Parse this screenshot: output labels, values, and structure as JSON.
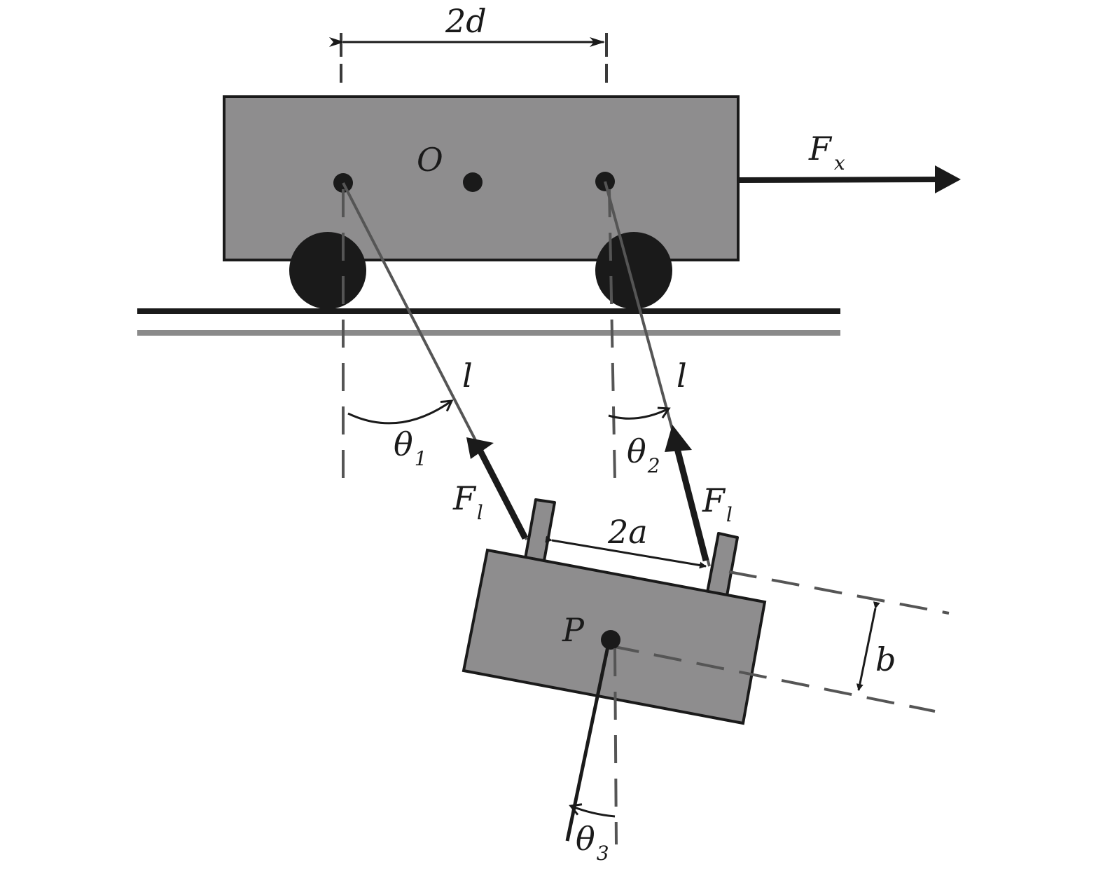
{
  "labels": {
    "track_width": "2d",
    "trolley_center": "O",
    "trolley_force": "F",
    "trolley_force_sub": "x",
    "cable_length_left": "l",
    "cable_length_right": "l",
    "angle_left": "θ",
    "angle_left_sub": "1",
    "angle_right": "θ",
    "angle_right_sub": "2",
    "cable_force_left": "F",
    "cable_force_left_sub": "l",
    "cable_force_right": "F",
    "cable_force_right_sub": "l",
    "hook_spacing": "2a",
    "payload_center": "P",
    "payload_offset": "b",
    "payload_angle": "θ",
    "payload_angle_sub": "3"
  },
  "colors": {
    "body_fill": "#8e8d8e",
    "stroke": "#1a1a1a",
    "dashed": "#555555",
    "rail_secondary": "#8a8a8a"
  }
}
